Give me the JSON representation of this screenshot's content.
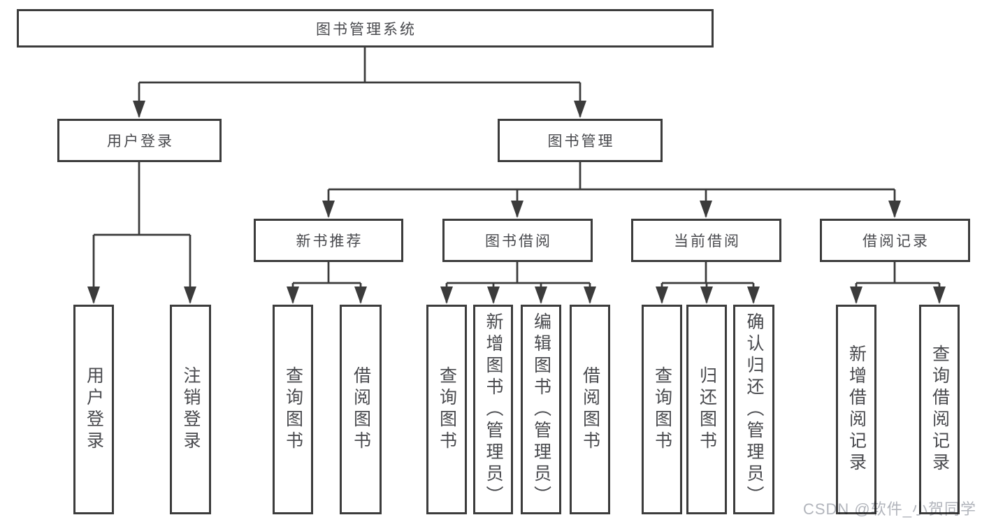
{
  "colors": {
    "line": "#3b3b3b",
    "border": "#3c3c3c",
    "text": "#48494d",
    "watermark": "#b2b5bc"
  },
  "watermark": {
    "text": "CSDN @软件_小贺同学"
  },
  "diagram": {
    "root": {
      "label": "图书管理系统"
    },
    "branches": [
      {
        "label": "用户登录",
        "children": [
          {
            "label": "用户登录"
          },
          {
            "label": "注销登录"
          }
        ]
      },
      {
        "label": "图书管理",
        "children": [
          {
            "label": "新书推荐",
            "children": [
              {
                "label": "查询图书"
              },
              {
                "label": "借阅图书"
              }
            ]
          },
          {
            "label": "图书借阅",
            "children": [
              {
                "label": "查询图书"
              },
              {
                "label": "新增图书（管理员）"
              },
              {
                "label": "编辑图书（管理员）"
              },
              {
                "label": "借阅图书"
              }
            ]
          },
          {
            "label": "当前借阅",
            "children": [
              {
                "label": "查询图书"
              },
              {
                "label": "归还图书"
              },
              {
                "label": "确认归还（管理员）"
              }
            ]
          },
          {
            "label": "借阅记录",
            "children": [
              {
                "label": "新增借阅记录"
              },
              {
                "label": "查询借阅记录"
              }
            ]
          }
        ]
      }
    ]
  }
}
